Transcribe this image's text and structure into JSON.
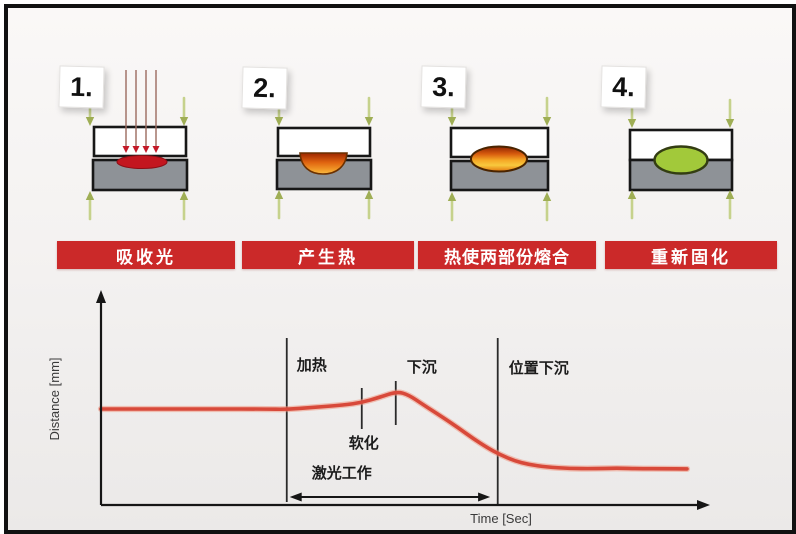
{
  "title": "laser-plastic-welding-process-diagram",
  "steps": [
    {
      "number": "1.",
      "label": "吸收光"
    },
    {
      "number": "2.",
      "label": "产生热"
    },
    {
      "number": "3.",
      "label": "热使两部份熔合"
    },
    {
      "number": "4.",
      "label": "重新固化"
    }
  ],
  "colors": {
    "bar_red": "#cb2929",
    "curve_red": "#d8493a",
    "part_gray": "#8e9297",
    "melt_orange": "#e8761a",
    "weld_green": "#a2c93a",
    "clamp_green": "#9fae55",
    "laser_red": "#c41a28"
  },
  "chart_data": {
    "type": "line",
    "title": "",
    "xlabel": "Time [Sec]",
    "ylabel": "Distance [mm]",
    "x_range": [
      0,
      100
    ],
    "y_range": [
      0,
      100
    ],
    "grid": false,
    "legend": false,
    "series": [
      {
        "name": "joining-distance",
        "color": "#d8493a",
        "points": [
          [
            0,
            45.5
          ],
          [
            10,
            45.5
          ],
          [
            20,
            45.5
          ],
          [
            28,
            45.5
          ],
          [
            31.7,
            45.3
          ],
          [
            36,
            46.2
          ],
          [
            41.5,
            47.4
          ],
          [
            44.5,
            48.6
          ],
          [
            47.5,
            51.0
          ],
          [
            50.5,
            53.8
          ],
          [
            52.5,
            52.2
          ],
          [
            55,
            47.5
          ],
          [
            58.5,
            41.2
          ],
          [
            61,
            36.5
          ],
          [
            63.5,
            31.5
          ],
          [
            66,
            27.0
          ],
          [
            68,
            24.0
          ],
          [
            70.5,
            21.0
          ],
          [
            73,
            19.2
          ],
          [
            76,
            18.0
          ],
          [
            80,
            17.3
          ],
          [
            84,
            17.2
          ],
          [
            88,
            17.5
          ],
          [
            92,
            17.2
          ],
          [
            96,
            17.2
          ],
          [
            100,
            17.1
          ]
        ]
      }
    ],
    "annotations": [
      {
        "kind": "boundary-line",
        "text": "加热",
        "x": 31.7
      },
      {
        "kind": "tick",
        "text": "软化",
        "x": 44.5
      },
      {
        "kind": "tick",
        "text": "下沉",
        "x": 50.3
      },
      {
        "kind": "boundary-line",
        "text": "位置下沉",
        "x": 67.7
      },
      {
        "kind": "range-arrow",
        "text": "激光工作",
        "x1": 32.2,
        "x2": 66.4
      }
    ]
  }
}
